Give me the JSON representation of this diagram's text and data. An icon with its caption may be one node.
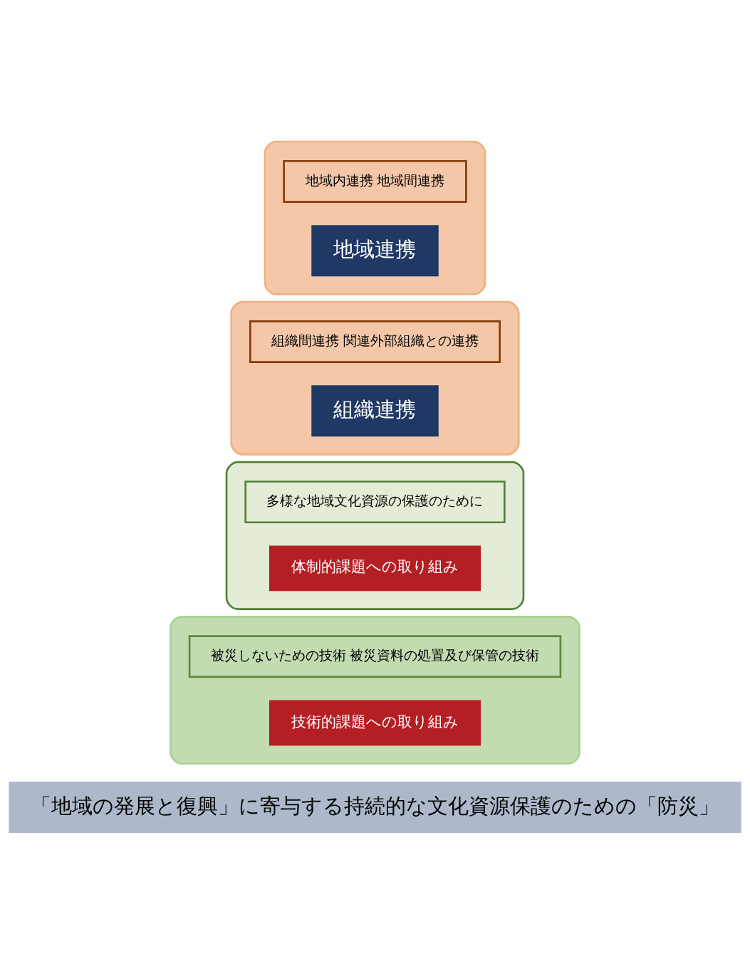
{
  "diagram": {
    "nodes": [
      {
        "text": [
          "「地域の発展と復興」に寄与する持続的な文化資源保護のための「防災」"
        ]
      },
      {
        "text": [],
        "shape": "box"
      },
      {
        "text": [
          "被災しないための技術 被災資料の処置及び保管の技術"
        ],
        "in": 1
      },
      {
        "text": [
          "技術的課題への取り組み"
        ],
        "in": 1
      },
      {
        "text": [],
        "shape": "box"
      },
      {
        "text": [
          "多様な地域文化資源の保護のために"
        ],
        "in": 4
      },
      {
        "text": [
          "体制的課題への取り組み"
        ],
        "in": 4
      },
      {
        "text": [],
        "shape": "box"
      },
      {
        "text": [
          "組織間連携 関連外部組織との連携"
        ],
        "in": 7
      },
      {
        "text": [
          "組織連携"
        ],
        "in": 7
      },
      {
        "text": [],
        "shape": "box"
      },
      {
        "text": [
          "地域内連携 地域間連携"
        ],
        "in": 10
      },
      {
        "text": [
          "地域連携"
        ],
        "in": 10
      }
    ],
    "edges": []
  }
}
